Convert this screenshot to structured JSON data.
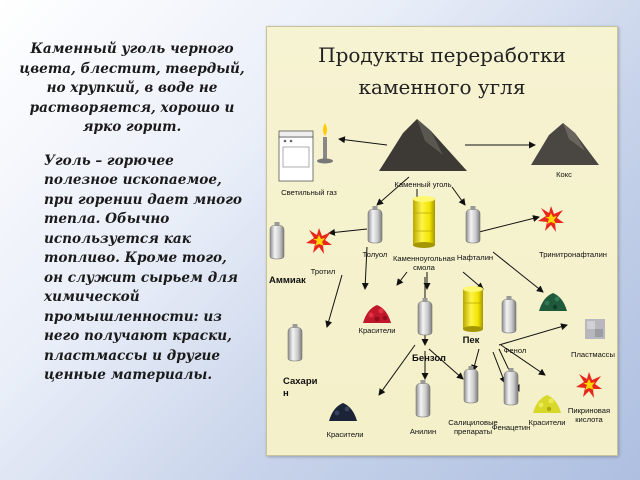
{
  "left_text": {
    "paragraph1": "Каменный уголь черного цвета, блестит, твердый, но хрупкий, в воде не растворяется, хорошо и ярко горит.",
    "paragraph2": "Уголь – горючее полезное ископаемое, при горении дает много тепла. Обычно используется как топливо. Кроме того, он служит сырьем для химической промышленности: из него получают краски, пластмассы и другие ценные материалы."
  },
  "diagram": {
    "title_line1": "Продукты переработки",
    "title_line2": "каменного угля",
    "labels": {
      "coal": "Каменный уголь",
      "coke": "Кокс",
      "lighting_gas": "Светильный газ",
      "ammonia": "Аммиак",
      "tnt": "Тротил",
      "toluene": "Толуол",
      "coal_tar_1": "Каменноугольная",
      "coal_tar_2": "смола",
      "naphthalene": "Нафталин",
      "trinitronaphthalene": "Тринитронафталин",
      "dyes_1": "Красители",
      "pitch": "Пек",
      "benzene": "Бензол",
      "phenol": "Фенол",
      "plastics": "Пластмассы",
      "saccharin_1": "Сахари",
      "saccharin_2": "н",
      "dyes_2": "Красители",
      "aniline": "Анилин",
      "salicylic_1": "Салициловые",
      "salicylic_2": "препараты",
      "phenacetin": "Фенацетин",
      "dyes_3": "Красители",
      "picric_1": "Пикриновая",
      "picric_2": "кислота"
    },
    "colors": {
      "coal": "#3d3a36",
      "yellow_barrel": "#f2e400",
      "gray_tank": "#c9c9c9",
      "red_dye": "#c0182a",
      "green_dye": "#1f5a3b",
      "blue_dye": "#1b2336",
      "yellow_dye": "#d8d82a",
      "explosion": "#e8261a"
    }
  }
}
